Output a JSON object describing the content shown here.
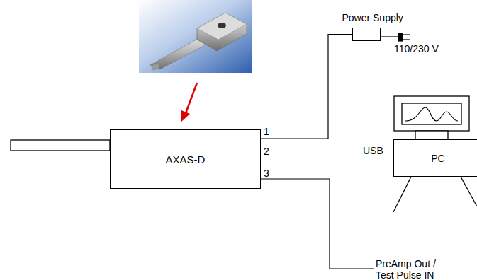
{
  "diagram": {
    "nodes": [
      {
        "text": [
          "AXAS-D"
        ]
      },
      {
        "text": [
          "Power Supply"
        ]
      },
      {
        "text": [
          "PC"
        ]
      }
    ],
    "edges": [
      {
        "from": 0,
        "to": 1,
        "arrow": "none",
        "label": "1"
      },
      {
        "from": 0,
        "to": 2,
        "arrow": "none",
        "label": "2"
      }
    ],
    "labels": [
      "110/230 V",
      "USB",
      "3",
      "PreAmp Out / Test Pulse IN"
    ]
  }
}
